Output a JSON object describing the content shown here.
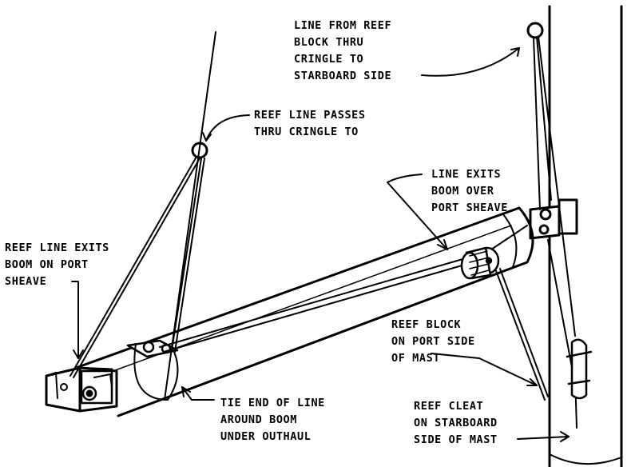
{
  "colors": {
    "ink": "#000000",
    "paper": "#ffffff"
  },
  "labels": {
    "cringle_to_starboard": [
      "LINE FROM REEF",
      "BLOCK THRU",
      "CRINGLE TO",
      "STARBOARD SIDE"
    ],
    "reef_line_passes": [
      "REEF LINE PASSES",
      "THRU CRINGLE TO"
    ],
    "line_exits_boom": [
      "LINE EXITS",
      "BOOM OVER",
      "PORT SHEAVE"
    ],
    "reef_line_exits_boom": [
      "REEF LINE EXITS",
      "BOOM ON PORT",
      "SHEAVE"
    ],
    "reef_block": [
      "REEF BLOCK",
      "ON PORT SIDE",
      "OF MAST"
    ],
    "tie_end": [
      "TIE END OF LINE",
      "AROUND BOOM",
      "UNDER OUTHAUL"
    ],
    "reef_cleat": [
      "REEF CLEAT",
      "ON STARBOARD",
      "SIDE OF MAST"
    ]
  }
}
